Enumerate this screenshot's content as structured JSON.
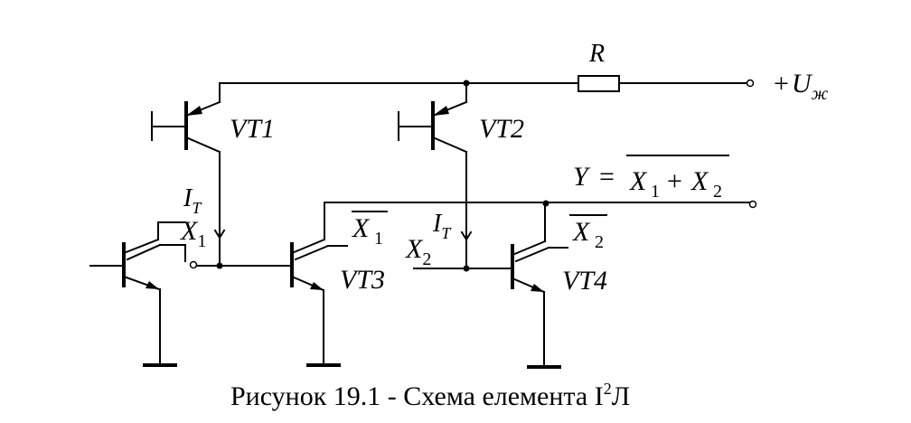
{
  "circuit": {
    "resistor": {
      "label": "R"
    },
    "supply": {
      "sign": "+",
      "symbol": "U",
      "subscript": "ж"
    },
    "output": {
      "lhs": "Y",
      "equals": "=",
      "x": "X",
      "sub1": "1",
      "plus": "+",
      "sub2": "2"
    },
    "transistors": {
      "vt1": "VT1",
      "vt2": "VT2",
      "vt3": "VT3",
      "vt4": "VT4"
    },
    "current": {
      "symbol": "I",
      "subscript": "T"
    },
    "inputs": {
      "x": "X",
      "sub1": "1",
      "sub2": "2"
    }
  },
  "caption": {
    "text": "Рисунок  19.1 - Схема елемента I",
    "superscript": "2",
    "suffix": "Л"
  }
}
